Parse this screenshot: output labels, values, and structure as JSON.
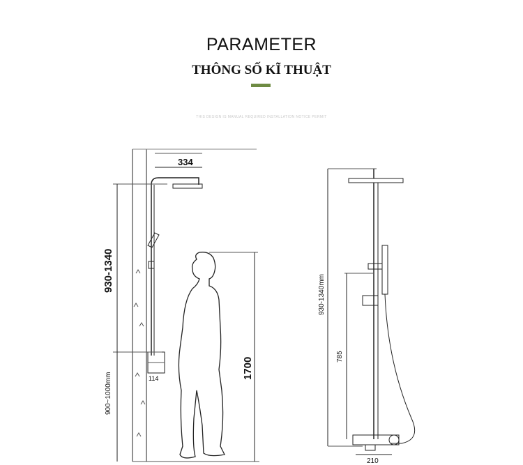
{
  "header": {
    "title": "PARAMETER",
    "subtitle": "THÔNG SỐ KĨ THUẬT",
    "accent_color": "#6e8b43"
  },
  "caption": "THIS DESIGN IS MANUAL REQUIRED INSTALLATION NOTICE PERMIT",
  "left_drawing": {
    "width_label": "334",
    "height_label": "930-1340",
    "lower_height_label": "900~1000mm",
    "control_width_label": "114",
    "person_height_label": "1700"
  },
  "right_drawing": {
    "height_label": "930-1340mm",
    "lower_height_label": "785",
    "base_width_label": "210"
  }
}
